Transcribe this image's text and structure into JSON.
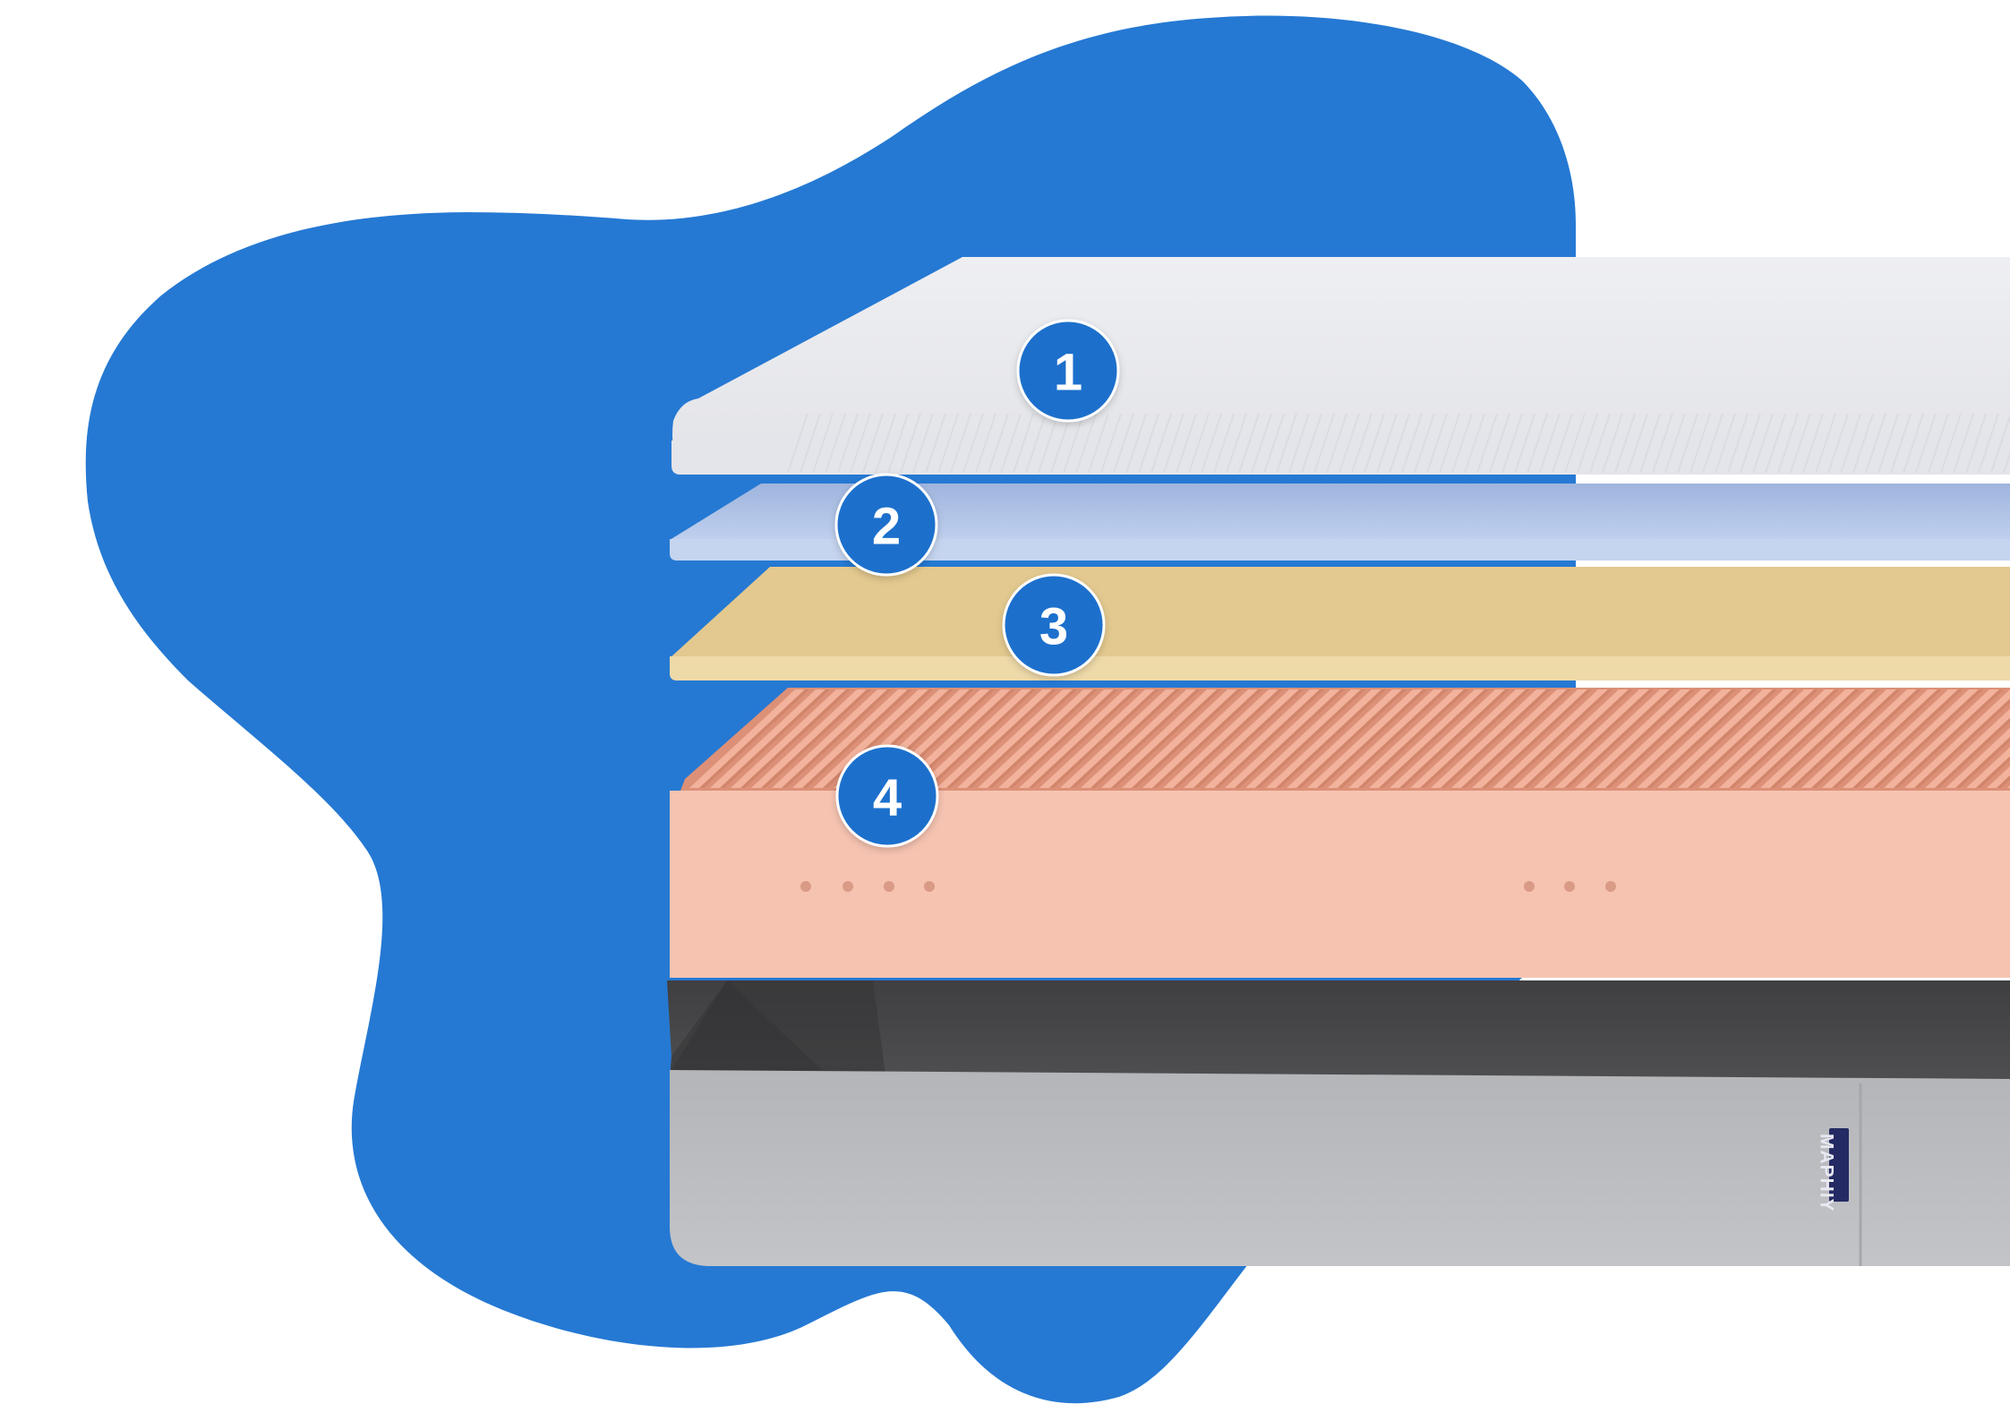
{
  "colors": {
    "blob": "#2579d3",
    "badge": "#1e6fcc",
    "badge_text": "#ffffff",
    "layer1_cover": "#e9eaee",
    "layer2_gel": "#b4c8ea",
    "layer3_foam": "#eed9a8",
    "layer4_support": "#f6c3b1",
    "layer4_ridges": "#dc9077",
    "base_top": "#4b4b4d",
    "base_side": "#b8b9bd",
    "label": "#242a63"
  },
  "badges": [
    "1",
    "2",
    "3",
    "4"
  ],
  "label": {
    "text": "MAPHIY"
  },
  "icons": {
    "badge": "numbered-circle-badge",
    "blob": "background-blob-shape"
  }
}
